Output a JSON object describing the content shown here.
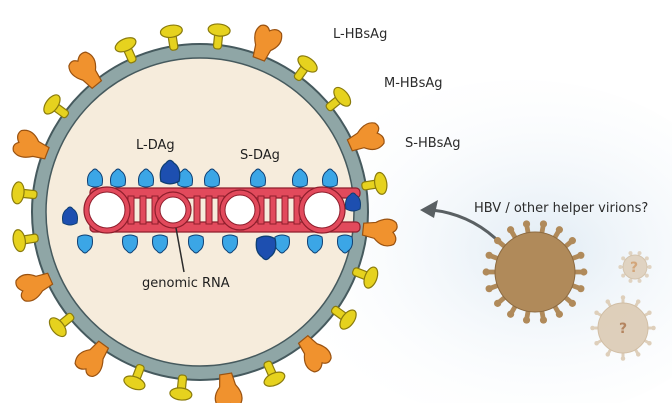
{
  "labels": {
    "l_hbsag": "L-HBsAg",
    "m_hbsag": "M-HBsAg",
    "s_hbsag": "S-HBsAg",
    "l_dag": "L-DAg",
    "s_dag": "S-DAg",
    "genomic_rna": "genomic RNA",
    "helper": "HBV / other helper virions?",
    "unknown_1": "?",
    "unknown_2": "?"
  },
  "colors": {
    "envelope": "#8fa6a6",
    "interior": "#f6ecdc",
    "l_hbsag": "#f0922e",
    "m_hbsag": "#f0922e",
    "s_hbsag": "#e6d21e",
    "rna": "#e24a5c",
    "s_dag": "#3ba6e6",
    "l_dag": "#1d4fb0",
    "helper_virion": "#b08a5a",
    "unknown_virion": "#dccbb4",
    "arrow": "#5a6063"
  },
  "icons": {
    "helper_virion": "spiky-virus-icon",
    "unknown_virion": "faded-virus-icon"
  }
}
